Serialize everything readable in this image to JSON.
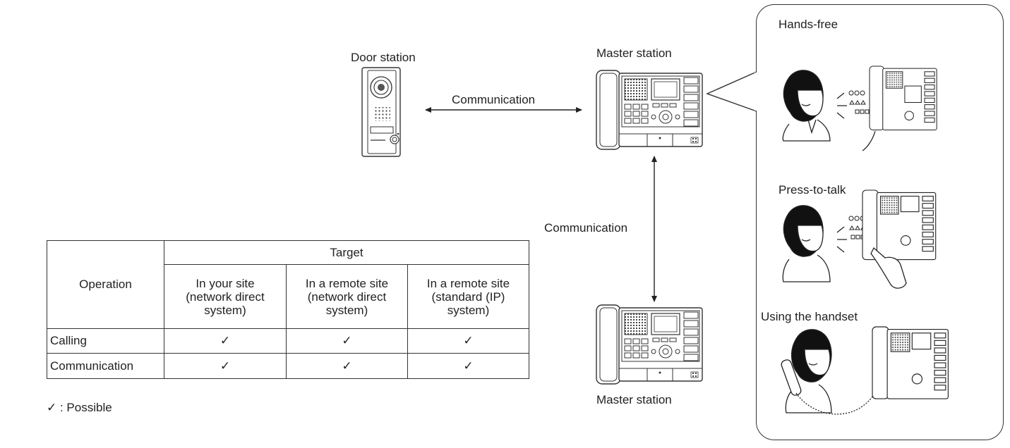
{
  "labels": {
    "door_station": "Door station",
    "master_station_top": "Master station",
    "master_station_bottom": "Master station",
    "communication_horizontal": "Communication",
    "communication_vertical": "Communication"
  },
  "modes": [
    {
      "label": "Hands-free"
    },
    {
      "label": "Press-to-talk"
    },
    {
      "label": "Using the handset"
    }
  ],
  "table": {
    "operation_header": "Operation",
    "target_header": "Target",
    "columns": [
      "In your site (network direct system)",
      "In a remote site (network direct system)",
      "In a remote site (standard (IP) system)"
    ],
    "columns_lines": [
      [
        "In your site",
        "(network direct",
        "system)"
      ],
      [
        "In a remote site",
        "(network direct",
        "system)"
      ],
      [
        "In a remote site",
        "(standard (IP)",
        "system)"
      ]
    ],
    "rows": [
      {
        "label": "Calling",
        "cells": [
          "✓",
          "✓",
          "✓"
        ]
      },
      {
        "label": "Communication",
        "cells": [
          "✓",
          "✓",
          "✓"
        ]
      }
    ]
  },
  "legend": {
    "symbol": "✓",
    "text": ": Possible"
  }
}
